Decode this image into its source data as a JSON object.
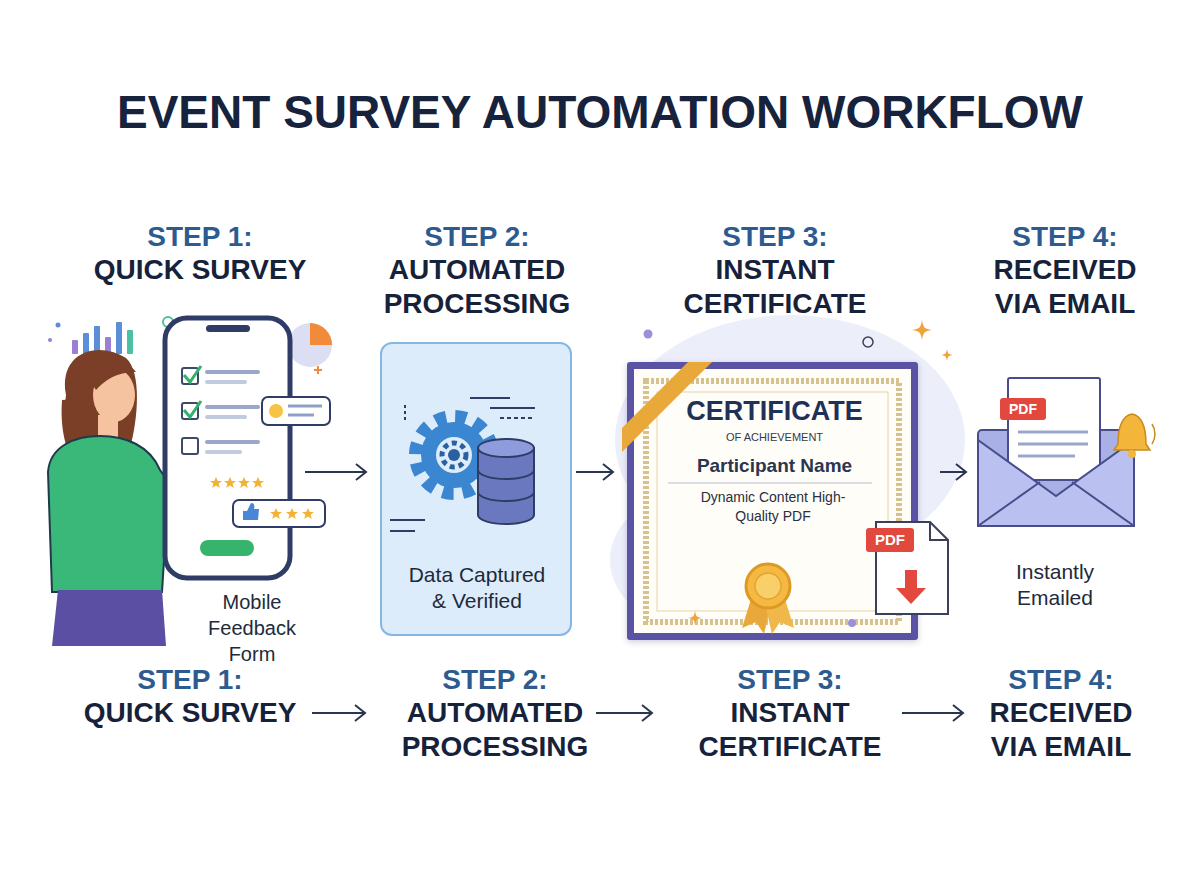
{
  "diagram": {
    "title": "EVENT SURVEY AUTOMATION WORKFLOW",
    "nodes": [
      {
        "text": [
          "STEP 1:",
          "QUICK SURVEY",
          "Mobile Feedback Form"
        ]
      },
      {
        "text": [
          "STEP 2:",
          "AUTOMATED PROCESSING",
          "Data Captured & Verified"
        ]
      },
      {
        "text": [
          "STEP 3:",
          "INSTANT CERTIFICATE",
          "CERTIFICATE",
          "OF ACHIEVEMENT",
          "Participant Name",
          "Dynamic Content High-Quality PDF"
        ]
      },
      {
        "text": [
          "STEP 4:",
          "RECEIVED VIA EMAIL",
          "Instantly Emailed"
        ]
      },
      {
        "text": [
          "STEP 1:",
          "QUICK SURVEY"
        ]
      },
      {
        "text": [
          "STEP 2:",
          "AUTOMATED PROCESSING"
        ]
      },
      {
        "text": [
          "STEP 3:",
          "INSTANT CERTIFICATE"
        ]
      },
      {
        "text": [
          "STEP 4:",
          "RECEIVED VIA EMAIL"
        ]
      }
    ],
    "edges": [
      {
        "from": 0,
        "to": 1,
        "arrow": "to"
      },
      {
        "from": 1,
        "to": 2,
        "arrow": "to"
      },
      {
        "from": 2,
        "to": 3,
        "arrow": "to"
      },
      {
        "from": 4,
        "to": 5,
        "arrow": "to"
      },
      {
        "from": 5,
        "to": 6,
        "arrow": "to"
      },
      {
        "from": 6,
        "to": 7,
        "arrow": "to"
      }
    ],
    "labels": [
      "PDF",
      "PDF"
    ]
  }
}
